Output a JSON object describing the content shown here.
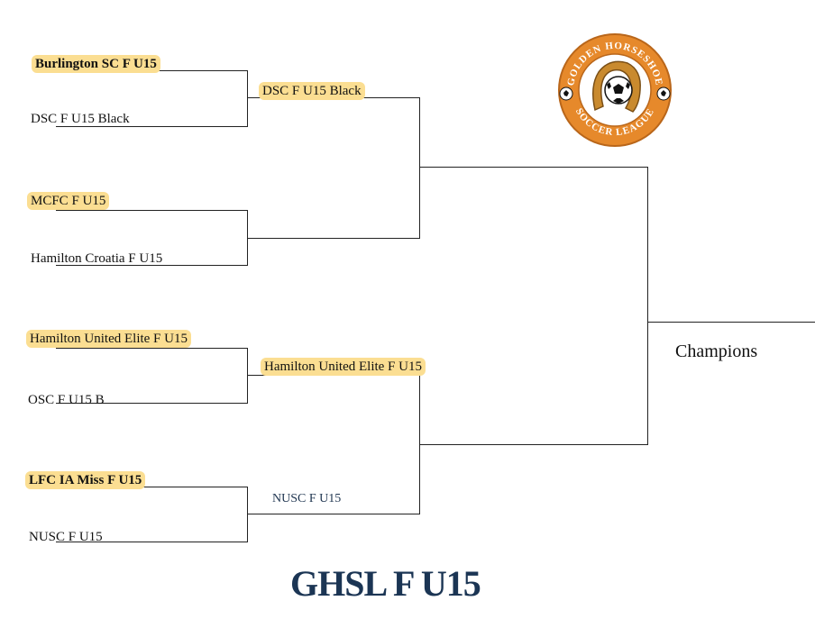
{
  "bracket": {
    "round1": [
      {
        "label": "Burlington SC F U15",
        "winner": true
      },
      {
        "label": "DSC F U15 Black",
        "winner": false
      },
      {
        "label": "MCFC F U15",
        "winner": true
      },
      {
        "label": "Hamilton Croatia F U15",
        "winner": false
      },
      {
        "label": "Hamilton United Elite F U15",
        "winner": true
      },
      {
        "label": "OSC F U15 B",
        "winner": false
      },
      {
        "label": "LFC IA Miss F U15",
        "winner": true
      },
      {
        "label": "NUSC F U15",
        "winner": false
      }
    ],
    "round2": [
      {
        "label": "DSC F U15 Black",
        "winner": true
      },
      {
        "label": "Hamilton United Elite F U15",
        "winner": true
      },
      {
        "label": "NUSC F U15",
        "winner": false
      }
    ],
    "champions_label": "Champions"
  },
  "title": "GHSL F U15",
  "logo": {
    "text_top": "GOLDEN HORSESHOE",
    "text_bottom": "SOCCER LEAGUE",
    "ring_color": "#e6892b",
    "horseshoe_color": "#c98a2e",
    "highlight_color": "#fbde92",
    "title_color": "#1b3554"
  }
}
